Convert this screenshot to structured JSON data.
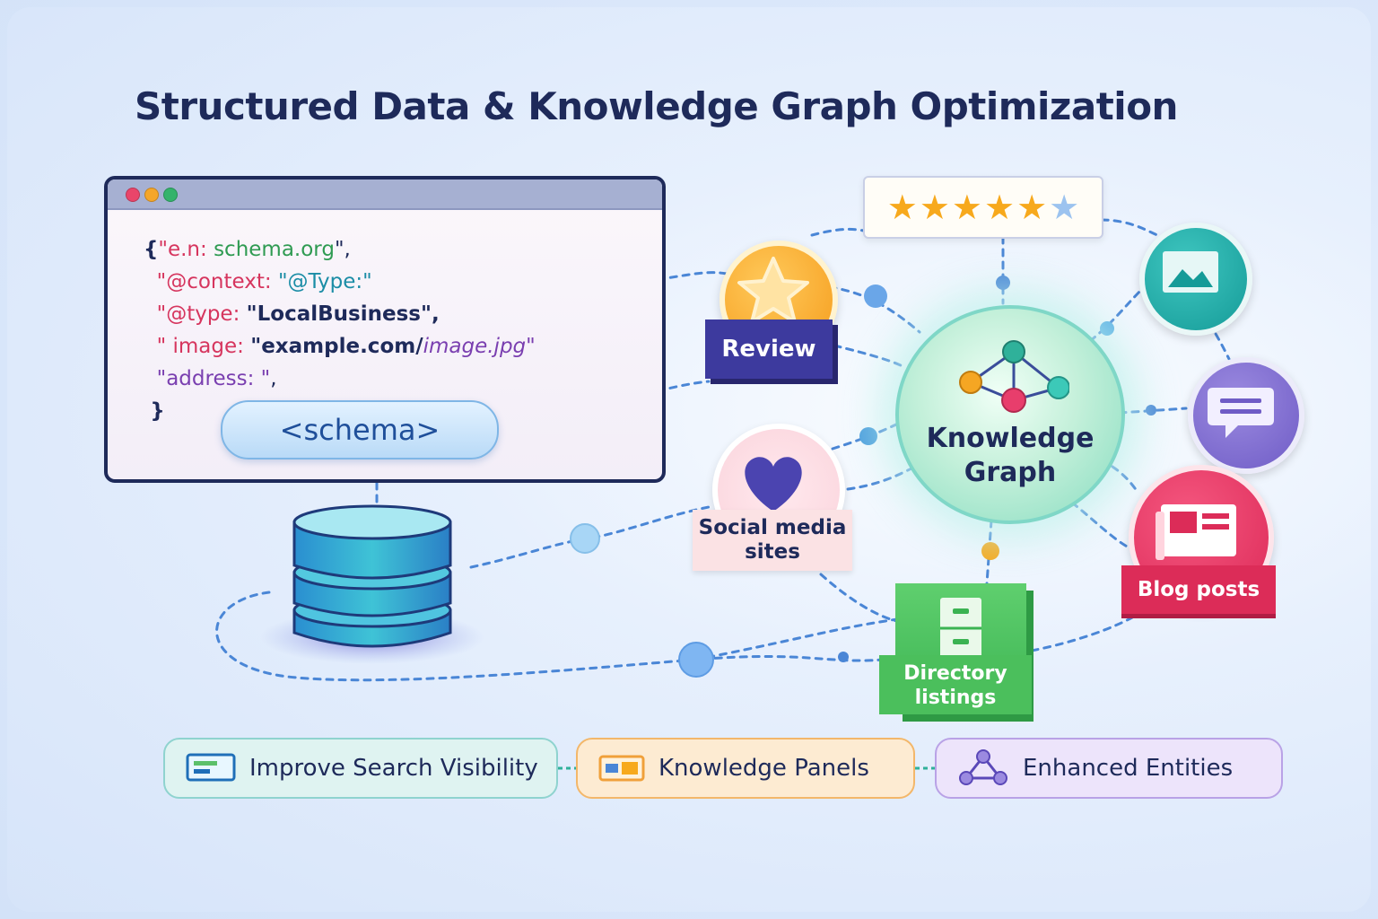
{
  "title": "Structured Data & Knowledge Graph Optimization",
  "code_window": {
    "lines": [
      {
        "open": "{",
        "a": "\"e.n: ",
        "b": "schema.org",
        "c": "\","
      },
      {
        "a": "\"@context: ",
        "b": "\"@Type:",
        "c": "\""
      },
      {
        "a": "\"@type: ",
        "b": "\"LocalBusiness\"",
        "c": ","
      },
      {
        "a": "\" image: ",
        "b": "\"example.com/",
        "c": "image.jpg\""
      },
      {
        "a": "\"address: ",
        "b": "\"",
        "c": ","
      }
    ],
    "close": "}"
  },
  "schema_tag": "<schema>",
  "center_node": {
    "line1": "Knowledge",
    "line2": "Graph"
  },
  "nodes": {
    "review": "Review",
    "social_line1": "Social media",
    "social_line2": "sites",
    "blog": "Blog posts",
    "directory_line1": "Directory",
    "directory_line2": "listings"
  },
  "rating": {
    "filled": 5,
    "total": 6
  },
  "benefits": [
    {
      "label": "Improve Search Visibility"
    },
    {
      "label": "Knowledge Panels"
    },
    {
      "label": "Enhanced Entities"
    }
  ],
  "colors": {
    "navy": "#1e2a5a",
    "review_purple": "#3d3a9e",
    "star_gold": "#f7a91d",
    "link_blue": "#4a86d6",
    "teal": "#1fa8a4",
    "violet": "#7b68d0",
    "pink": "#dc2c58",
    "green": "#4bbf5c"
  },
  "icons": [
    "browser-window-icon",
    "database-icon",
    "star-icon",
    "heart-icon",
    "image-icon",
    "chat-icon",
    "newspaper-icon",
    "filing-cabinet-icon",
    "network-icon",
    "monitor-icon",
    "cards-icon"
  ]
}
